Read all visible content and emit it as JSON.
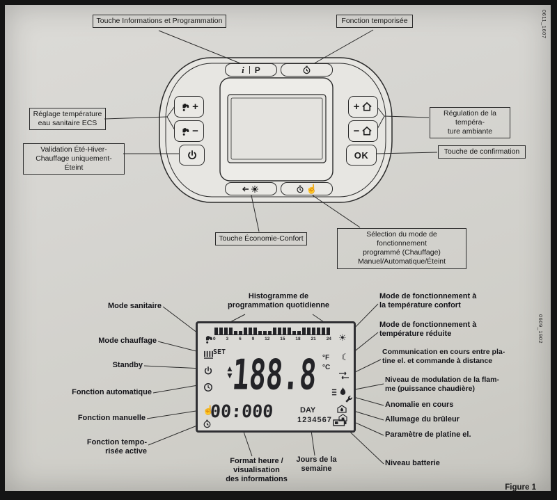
{
  "meta": {
    "figure": "Figure 1",
    "code_top": "0611_1607",
    "code_mid": "0609_1902"
  },
  "device": {
    "callouts": {
      "info_prog": "Touche Informations et Programmation",
      "temporisee": "Fonction temporisée",
      "ecs": "Réglage température\neau sanitaire ECS",
      "validation": "Validation Été-Hiver-\nChauffage uniquement-Éteint",
      "ambiante": "Régulation de la tempéra-\nture ambiante",
      "confirmation": "Touche de confirmation",
      "eco_confort": "Touche Économie-Confort",
      "mode": "Sélection du mode de fonctionnement\nprogrammé (Chauffage)\nManuel/Automatique/Éteint"
    },
    "buttons": {
      "info": "i",
      "prog": "P",
      "plus": "+",
      "minus": "−",
      "ok": "OK"
    }
  },
  "lcd": {
    "labels": {
      "histogramme": "Histogramme de\nprogrammation quotidienne",
      "sanitaire": "Mode sanitaire",
      "chauffage": "Mode chauffage",
      "standby": "Standby",
      "auto": "Fonction automatique",
      "manuelle": "Fonction manuelle",
      "tempo": "Fonction tempo-\nrisée active",
      "confort": "Mode de fonctionnement à\nla température confort",
      "reduite": "Mode de fonctionnement à\ntempérature réduite",
      "comm": "Communication en cours entre pla-\ntine el. et commande à distance",
      "modulation": "Niveau de modulation de la flam-\nme (puissance chaudière)",
      "anomalie": "Anomalie en cours",
      "bruleur": "Allumage du brûleur",
      "platine": "Paramètre de platine el.",
      "batterie": "Niveau batterie",
      "format_heure": "Format heure /\nvisualisation\ndes informations",
      "jours": "Jours de la\nsemaine"
    },
    "display": {
      "set": "SET",
      "temperature": "188.8",
      "deg_f": "°F",
      "deg_c": "°C",
      "time": "00:000",
      "day": "DAY",
      "days": "1234567",
      "scale": [
        "0",
        "3",
        "6",
        "9",
        "12",
        "15",
        "18",
        "21",
        "24"
      ],
      "histogram": [
        2,
        2,
        2,
        2,
        1,
        1,
        2,
        2,
        2,
        1,
        1,
        1,
        2,
        2,
        2,
        2,
        1,
        1,
        2,
        2,
        2,
        2,
        2,
        2
      ]
    }
  }
}
